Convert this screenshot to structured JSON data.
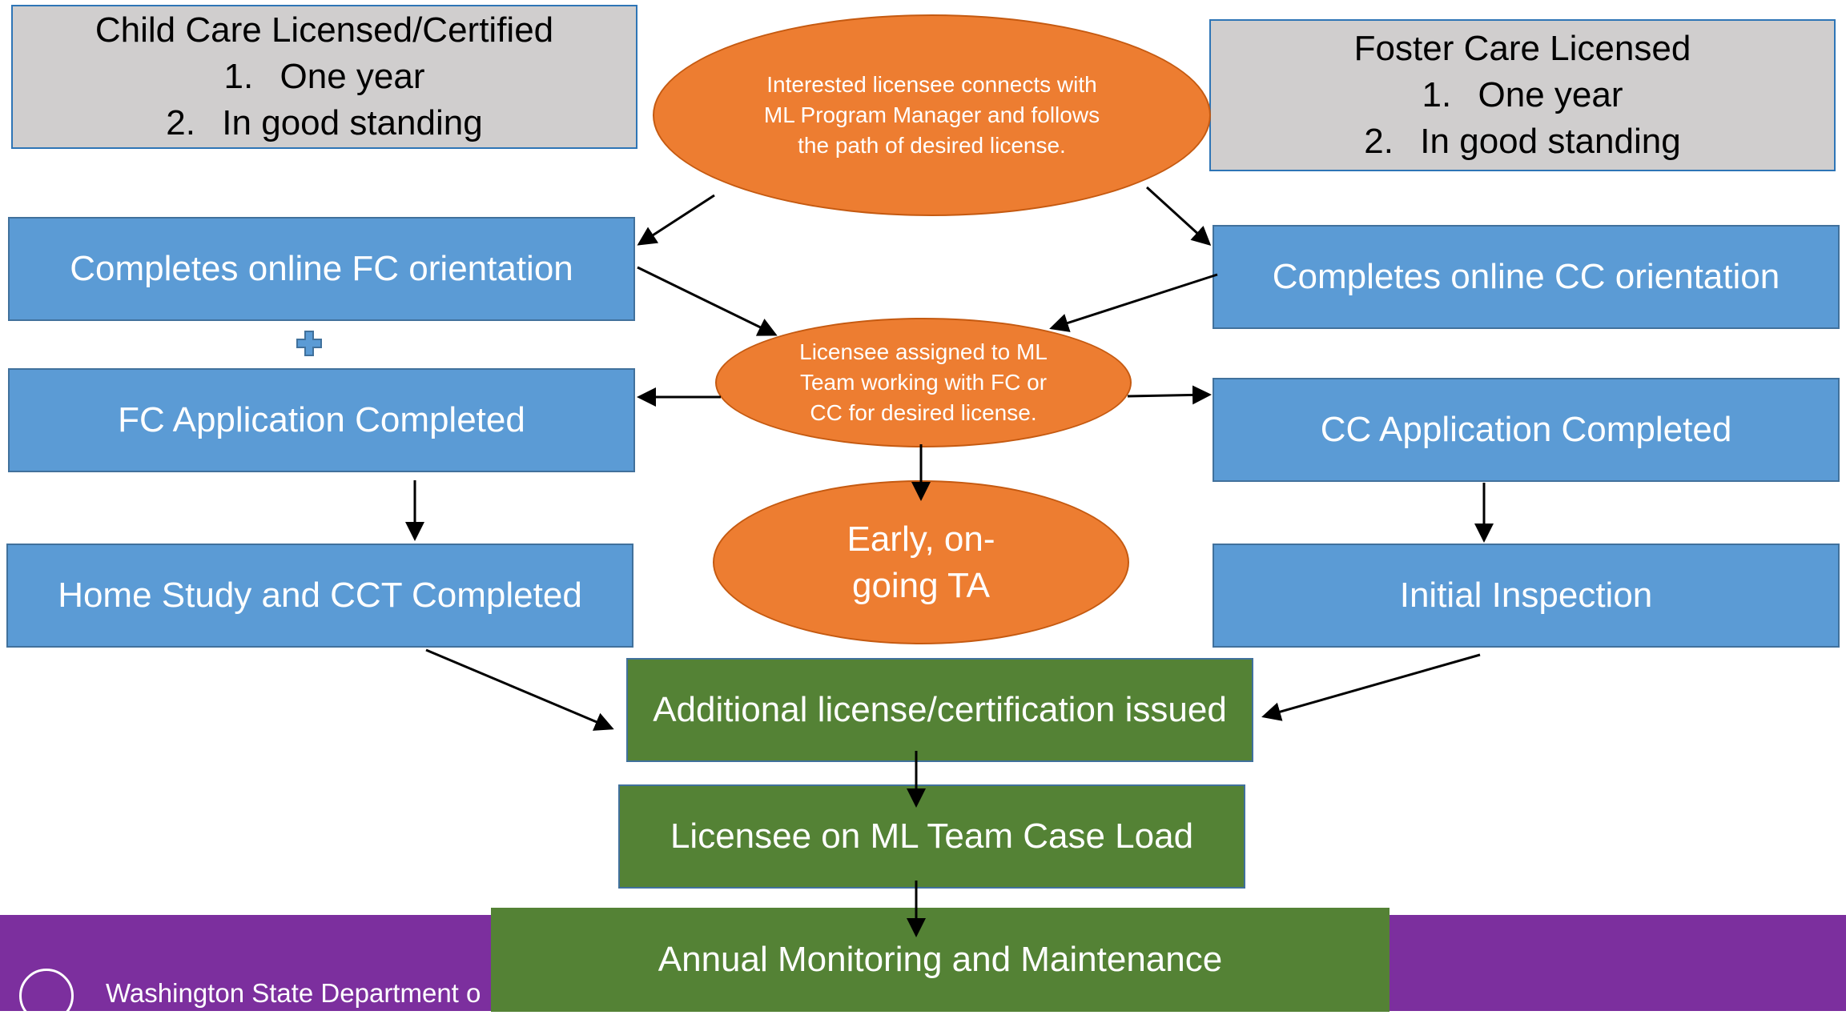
{
  "boxes": {
    "child_care": {
      "title": "Child Care Licensed/Certified",
      "item1_num": "1.",
      "item1": "One year",
      "item2_num": "2.",
      "item2": "In good standing"
    },
    "foster_care": {
      "title": "Foster Care Licensed",
      "item1_num": "1.",
      "item1": "One year",
      "item2_num": "2.",
      "item2": "In good standing"
    },
    "connect": "Interested licensee connects with ML Program Manager and follows the path of desired license.",
    "fc_orientation": "Completes online FC orientation",
    "cc_orientation": "Completes online CC orientation",
    "assigned": "Licensee assigned to ML Team working with FC or CC for desired license.",
    "fc_application": "FC Application Completed",
    "cc_application": "CC Application Completed",
    "early_ta": "Early, on-going TA",
    "home_study": "Home Study and CCT Completed",
    "initial_inspection": "Initial Inspection",
    "issued": "Additional license/certification issued",
    "caseload": "Licensee on ML Team Case Load",
    "annual": "Annual Monitoring and Maintenance"
  },
  "footer": {
    "department": "Washington State Department o"
  },
  "colors": {
    "orange": "#ed7d31",
    "blue": "#5b9bd5",
    "green": "#548235",
    "gray": "#d0cece",
    "purple": "#7c2f9e"
  }
}
